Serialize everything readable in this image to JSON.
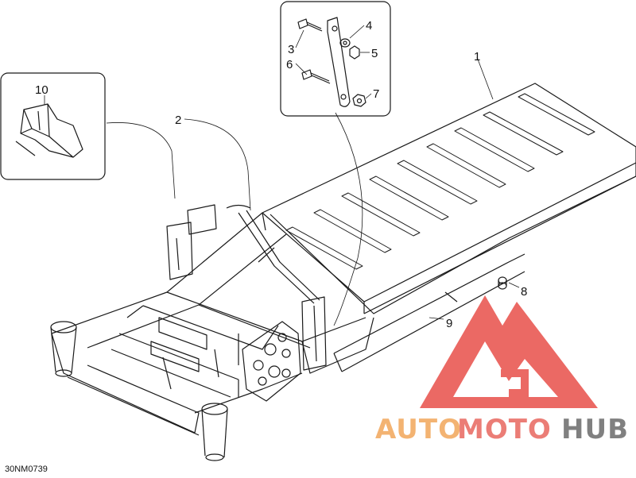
{
  "diagram": {
    "callouts": {
      "c1": "1",
      "c2": "2",
      "c3": "3",
      "c4": "4",
      "c5": "5",
      "c6": "6",
      "c7": "7",
      "c8": "8",
      "c9": "9",
      "c10": "10"
    },
    "reference_code": "30NM0739"
  },
  "watermark": {
    "part_a": "AUTO",
    "part_b": "MOTO",
    "part_c": "HUB",
    "colors": {
      "orange": "#f2a65a",
      "red": "#e8675f",
      "gray": "#6b6b6b",
      "logo": "#e8504a"
    }
  }
}
